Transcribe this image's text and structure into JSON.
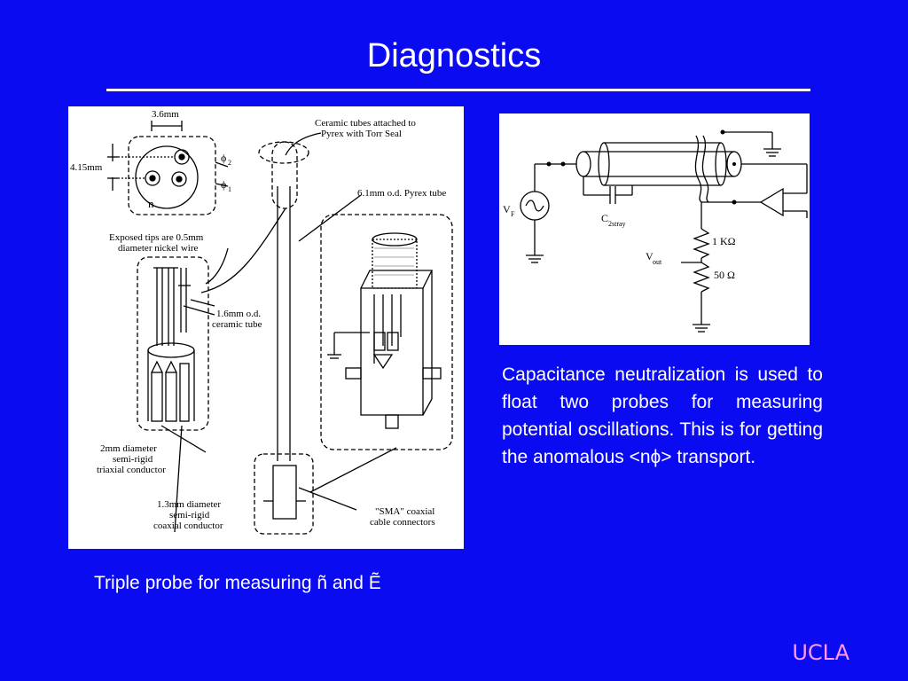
{
  "slide": {
    "title": "Diagnostics",
    "footer_logo": "UCLA",
    "description": "Capacitance neutralization is used to float two probes for measuring potential oscillations. This is for getting the anomalous <nϕ> transport.",
    "caption": "Triple probe for measuring ñ and  Ẽ"
  },
  "colors": {
    "background": "#0b0bf2",
    "text": "#ffffff",
    "logo": "#ff99ee"
  },
  "probe_figure": {
    "dim_width": "3.6mm",
    "dim_height": "4.15mm",
    "phi2": "ϕ",
    "phi2_sub": "2",
    "phi1": "ϕ",
    "phi1_sub": "1",
    "n_label": "n",
    "ceramic_tubes_1": "Ceramic tubes attached to",
    "ceramic_tubes_2": "Pyrex with Torr Seal",
    "pyrex_tube": "6.1mm o.d. Pyrex tube",
    "exposed_tips_1": "Exposed tips are 0.5mm",
    "exposed_tips_2": "diameter nickel wire",
    "ceramic_od_1": "1.6mm o.d.",
    "ceramic_od_2": "ceramic tube",
    "triaxial_1": "2mm diameter",
    "triaxial_2": "semi-rigid",
    "triaxial_3": "triaxial conductor",
    "coaxial_1": "1.3mm diameter",
    "coaxial_2": "semi-rigid",
    "coaxial_3": "coaxial conductor",
    "sma_1": "\"SMA\" coaxial",
    "sma_2": "cable connectors"
  },
  "circuit_figure": {
    "vf": "V",
    "vf_sub": "F",
    "c2stray": "C",
    "c2stray_sub": "2stray",
    "r1": "1 KΩ",
    "vout": "V",
    "vout_sub": "out",
    "r2": "50 Ω"
  }
}
